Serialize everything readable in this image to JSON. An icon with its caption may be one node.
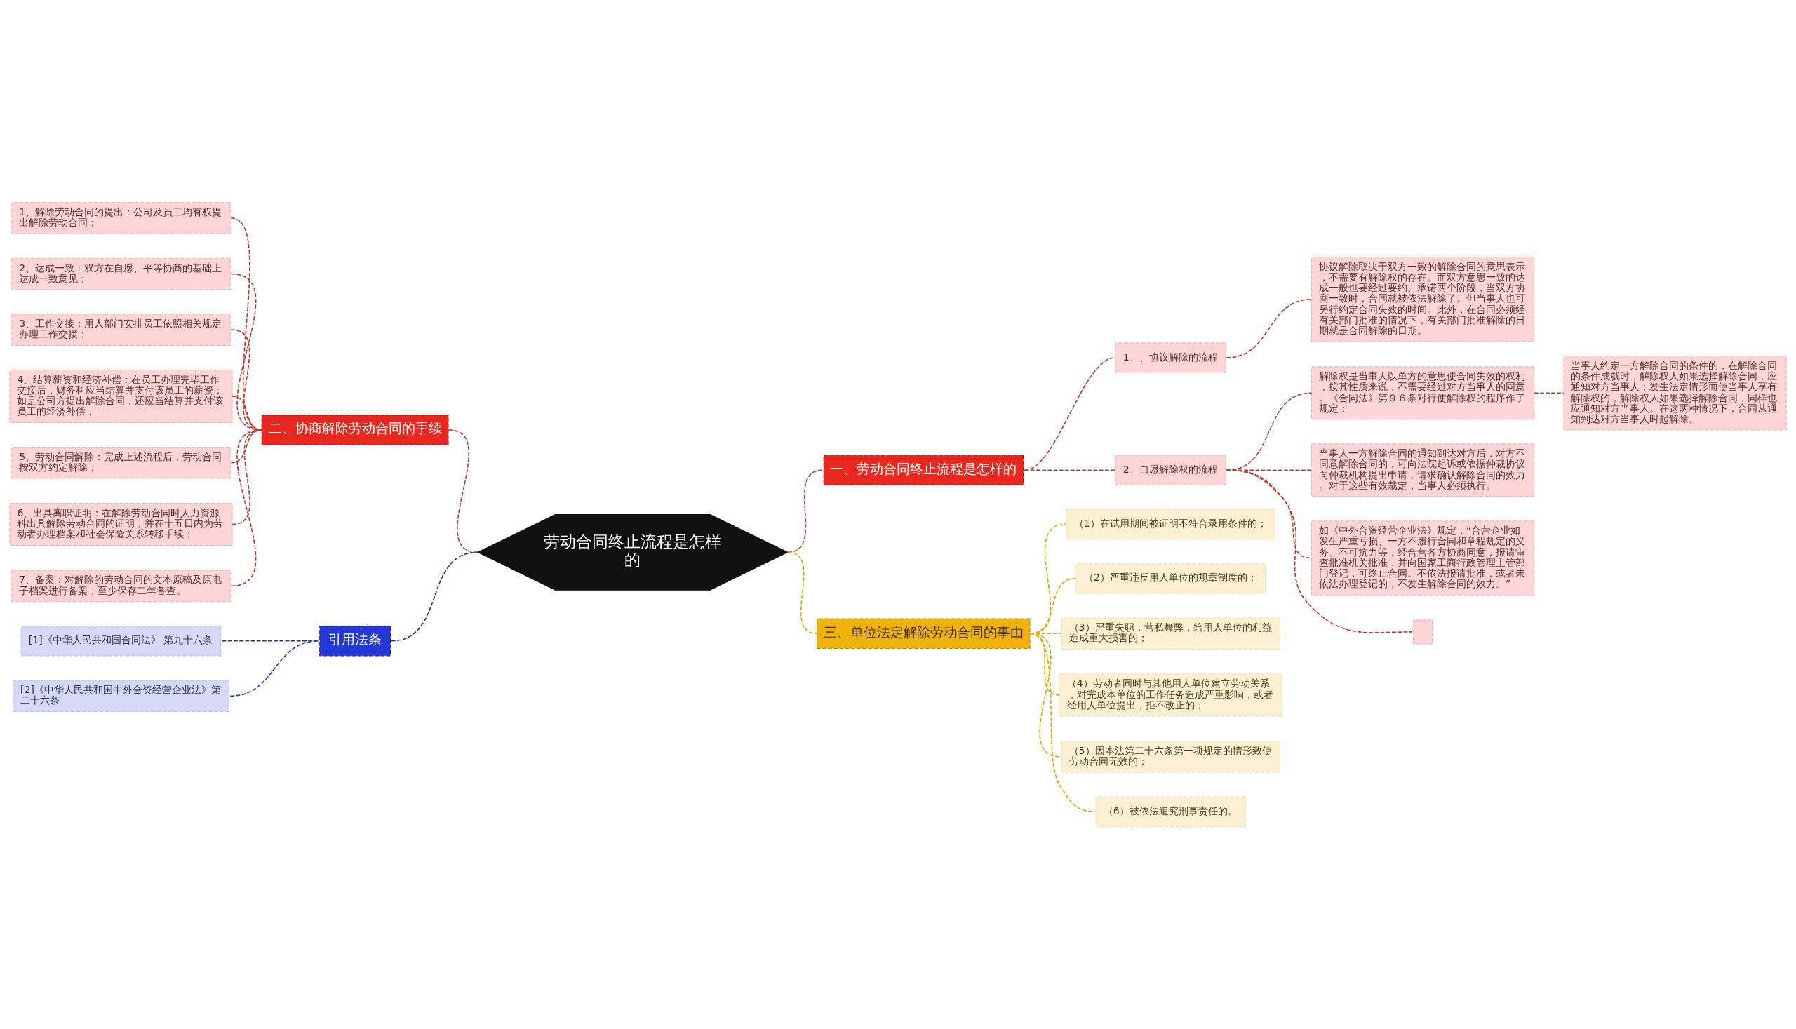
{
  "diagram": {
    "nodes": [
      {
        "text": [
          "劳动合同终止流程是怎样的"
        ]
      },
      {
        "text": [
          "一、劳动合同终止流程是怎样的"
        ]
      },
      {
        "text": [
          "1、、协议解除的流程"
        ]
      },
      {
        "text": [
          "协议解除取决于双方一致的解除合同的意思表示，不需要有解除权的存在。而双方意思一致的达成一般也要经过要约、承诺两个阶段，当双方协商一致时，合同就被依法解除了。但当事人也可另行约定合同失效的时间。此外，在合同必须经有关部门批准的情况下，有关部门批准解除的日期就是合同解除的日期。"
        ]
      },
      {
        "text": [
          "2、自愿解除权的流程"
        ]
      },
      {
        "text": [
          "解除权是当事人以单方的意思使合同失效的权利，按其性质来说，不需要经过对方当事人的同意。《合同法》第９６条对行使解除权的程序作了规定："
        ]
      },
      {
        "text": [
          "当事人约定一方解除合同的条件的，在解除合同的条件成就时，解除权人如果选择解除合同，应通知对方当事人；发生法定情形而使当事人享有解除权的，解除权人如果选择解除合同，同样也应通知对方当事人。在这两种情况下，合同从通知到达对方当事人时起解除。"
        ]
      },
      {
        "text": [
          "当事人一方解除合同的通知到达对方后，对方不同意解除合同的，可向法院起诉或依据仲裁协议向仲裁机构提出申请，请求确认解除合同的效力。对于这些有效裁定，当事人必须执行。"
        ]
      },
      {
        "text": [
          "如《中外合资经营企业法》规定，“合营企业如发生严重亏损、一方不履行合同和章程规定的义务、不可抗力等，经合营各方协商同意，报请审查批准机关批准，并向国家工商行政管理主管部门登记，可终止合同。不依法报请批准，或者未依法办理登记的，不发生解除合同的效力。”"
        ]
      },
      {
        "text": [],
        "shape": "box"
      },
      {
        "text": [
          "二、协商解除劳动合同的手续"
        ]
      },
      {
        "text": [
          "1、解除劳动合同的提出：公司及员工均有权提出解除劳动合同；"
        ]
      },
      {
        "text": [
          "2、达成一致：双方在自愿、平等协商的基础上达成一致意见；"
        ]
      },
      {
        "text": [
          "3、工作交接：用人部门安排员工依照相关规定办理工作交接；"
        ]
      },
      {
        "text": [
          "4、结算薪资和经济补偿：在员工办理完毕工作交接后，财务科应当结算并支付该员工的薪资；如是公司方提出解除合同，还应当结算并支付该员工的经济补偿；"
        ]
      },
      {
        "text": [
          "5、劳动合同解除：完成上述流程后，劳动合同按双方约定解除；"
        ]
      },
      {
        "text": [
          "6、出具离职证明：在解除劳动合同时人力资源科出具解除劳动合同的证明，并在十五日内为劳动者办理档案和社会保险关系转移手续；"
        ]
      },
      {
        "text": [
          "7、备案：对解除的劳动合同的文本原稿及原电子档案进行备案，至少保存二年备查。"
        ]
      },
      {
        "text": [
          "三、单位法定解除劳动合同的事由"
        ]
      },
      {
        "text": [
          "（1）在试用期间被证明不符合录用条件的；"
        ]
      },
      {
        "text": [
          "（2）严重违反用人单位的规章制度的；"
        ]
      },
      {
        "text": [
          "（3）严重失职，营私舞弊，给用人单位的利益造成重大损害的；"
        ]
      },
      {
        "text": [
          "（4）劳动者同时与其他用人单位建立劳动关系，对完成本单位的工作任务造成严重影响，或者经用人单位提出，拒不改正的；"
        ]
      },
      {
        "text": [
          "（5）因本法第二十六条第一项规定的情形致使劳动合同无效的；"
        ]
      },
      {
        "text": [
          "（6）被依法追究刑事责任的。"
        ]
      },
      {
        "text": [
          "引用法条"
        ]
      },
      {
        "text": [
          "[1]《中华人民共和国合同法》 第九十六条"
        ]
      },
      {
        "text": [
          "[2]《中华人民共和国中外合资经营企业法》第二十六条"
        ]
      }
    ],
    "edges": [
      {
        "from": 0,
        "to": 1,
        "arrow": "none"
      },
      {
        "from": 1,
        "to": 2,
        "arrow": "none"
      },
      {
        "from": 2,
        "to": 3,
        "arrow": "none"
      },
      {
        "from": 1,
        "to": 4,
        "arrow": "none"
      },
      {
        "from": 4,
        "to": 5,
        "arrow": "none"
      },
      {
        "from": 5,
        "to": 6,
        "arrow": "none"
      },
      {
        "from": 4,
        "to": 7,
        "arrow": "none"
      },
      {
        "from": 4,
        "to": 8,
        "arrow": "none"
      },
      {
        "from": 4,
        "to": 9,
        "arrow": "none"
      },
      {
        "from": 0,
        "to": 10,
        "arrow": "none"
      },
      {
        "from": 10,
        "to": 11,
        "arrow": "none"
      },
      {
        "from": 10,
        "to": 12,
        "arrow": "none"
      },
      {
        "from": 10,
        "to": 13,
        "arrow": "none"
      },
      {
        "from": 10,
        "to": 14,
        "arrow": "none"
      },
      {
        "from": 10,
        "to": 15,
        "arrow": "none"
      },
      {
        "from": 10,
        "to": 16,
        "arrow": "none"
      },
      {
        "from": 10,
        "to": 17,
        "arrow": "none"
      },
      {
        "from": 0,
        "to": 18,
        "arrow": "none",
        "color": "#e0a800"
      },
      {
        "from": 18,
        "to": 19,
        "arrow": "none",
        "color": "#e0a800"
      },
      {
        "from": 18,
        "to": 20,
        "arrow": "none",
        "color": "#e0a800"
      },
      {
        "from": 18,
        "to": 21,
        "arrow": "none",
        "color": "#e0a800"
      },
      {
        "from": 18,
        "to": 22,
        "arrow": "none",
        "color": "#e0a800"
      },
      {
        "from": 18,
        "to": 23,
        "arrow": "none",
        "color": "#e0a800"
      },
      {
        "from": 18,
        "to": 24,
        "arrow": "none",
        "color": "#e0a800"
      },
      {
        "from": 0,
        "to": 25,
        "arrow": "none",
        "color": "#1f33b8"
      },
      {
        "from": 25,
        "to": 26,
        "arrow": "none",
        "color": "#1f33b8"
      },
      {
        "from": 25,
        "to": 27,
        "arrow": "none",
        "color": "#1f33b8"
      }
    ]
  }
}
